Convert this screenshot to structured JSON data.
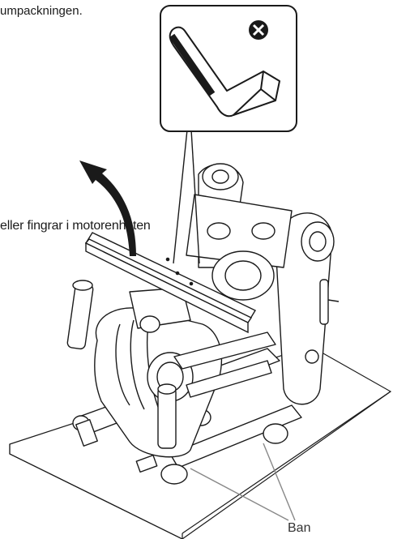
{
  "captions": {
    "top": "umpackningen.",
    "middle": "eller fingrar i motorenheten",
    "bottom": "Ban"
  },
  "icons": {
    "tool": "allen-key-icon",
    "badge": "screw-head-icon",
    "arrow": "lift-arrow-icon",
    "machine": "elliptical-trainer-icon"
  },
  "colors": {
    "line": "#1a1a1a",
    "leader": "#888888",
    "fill": "#ffffff"
  }
}
